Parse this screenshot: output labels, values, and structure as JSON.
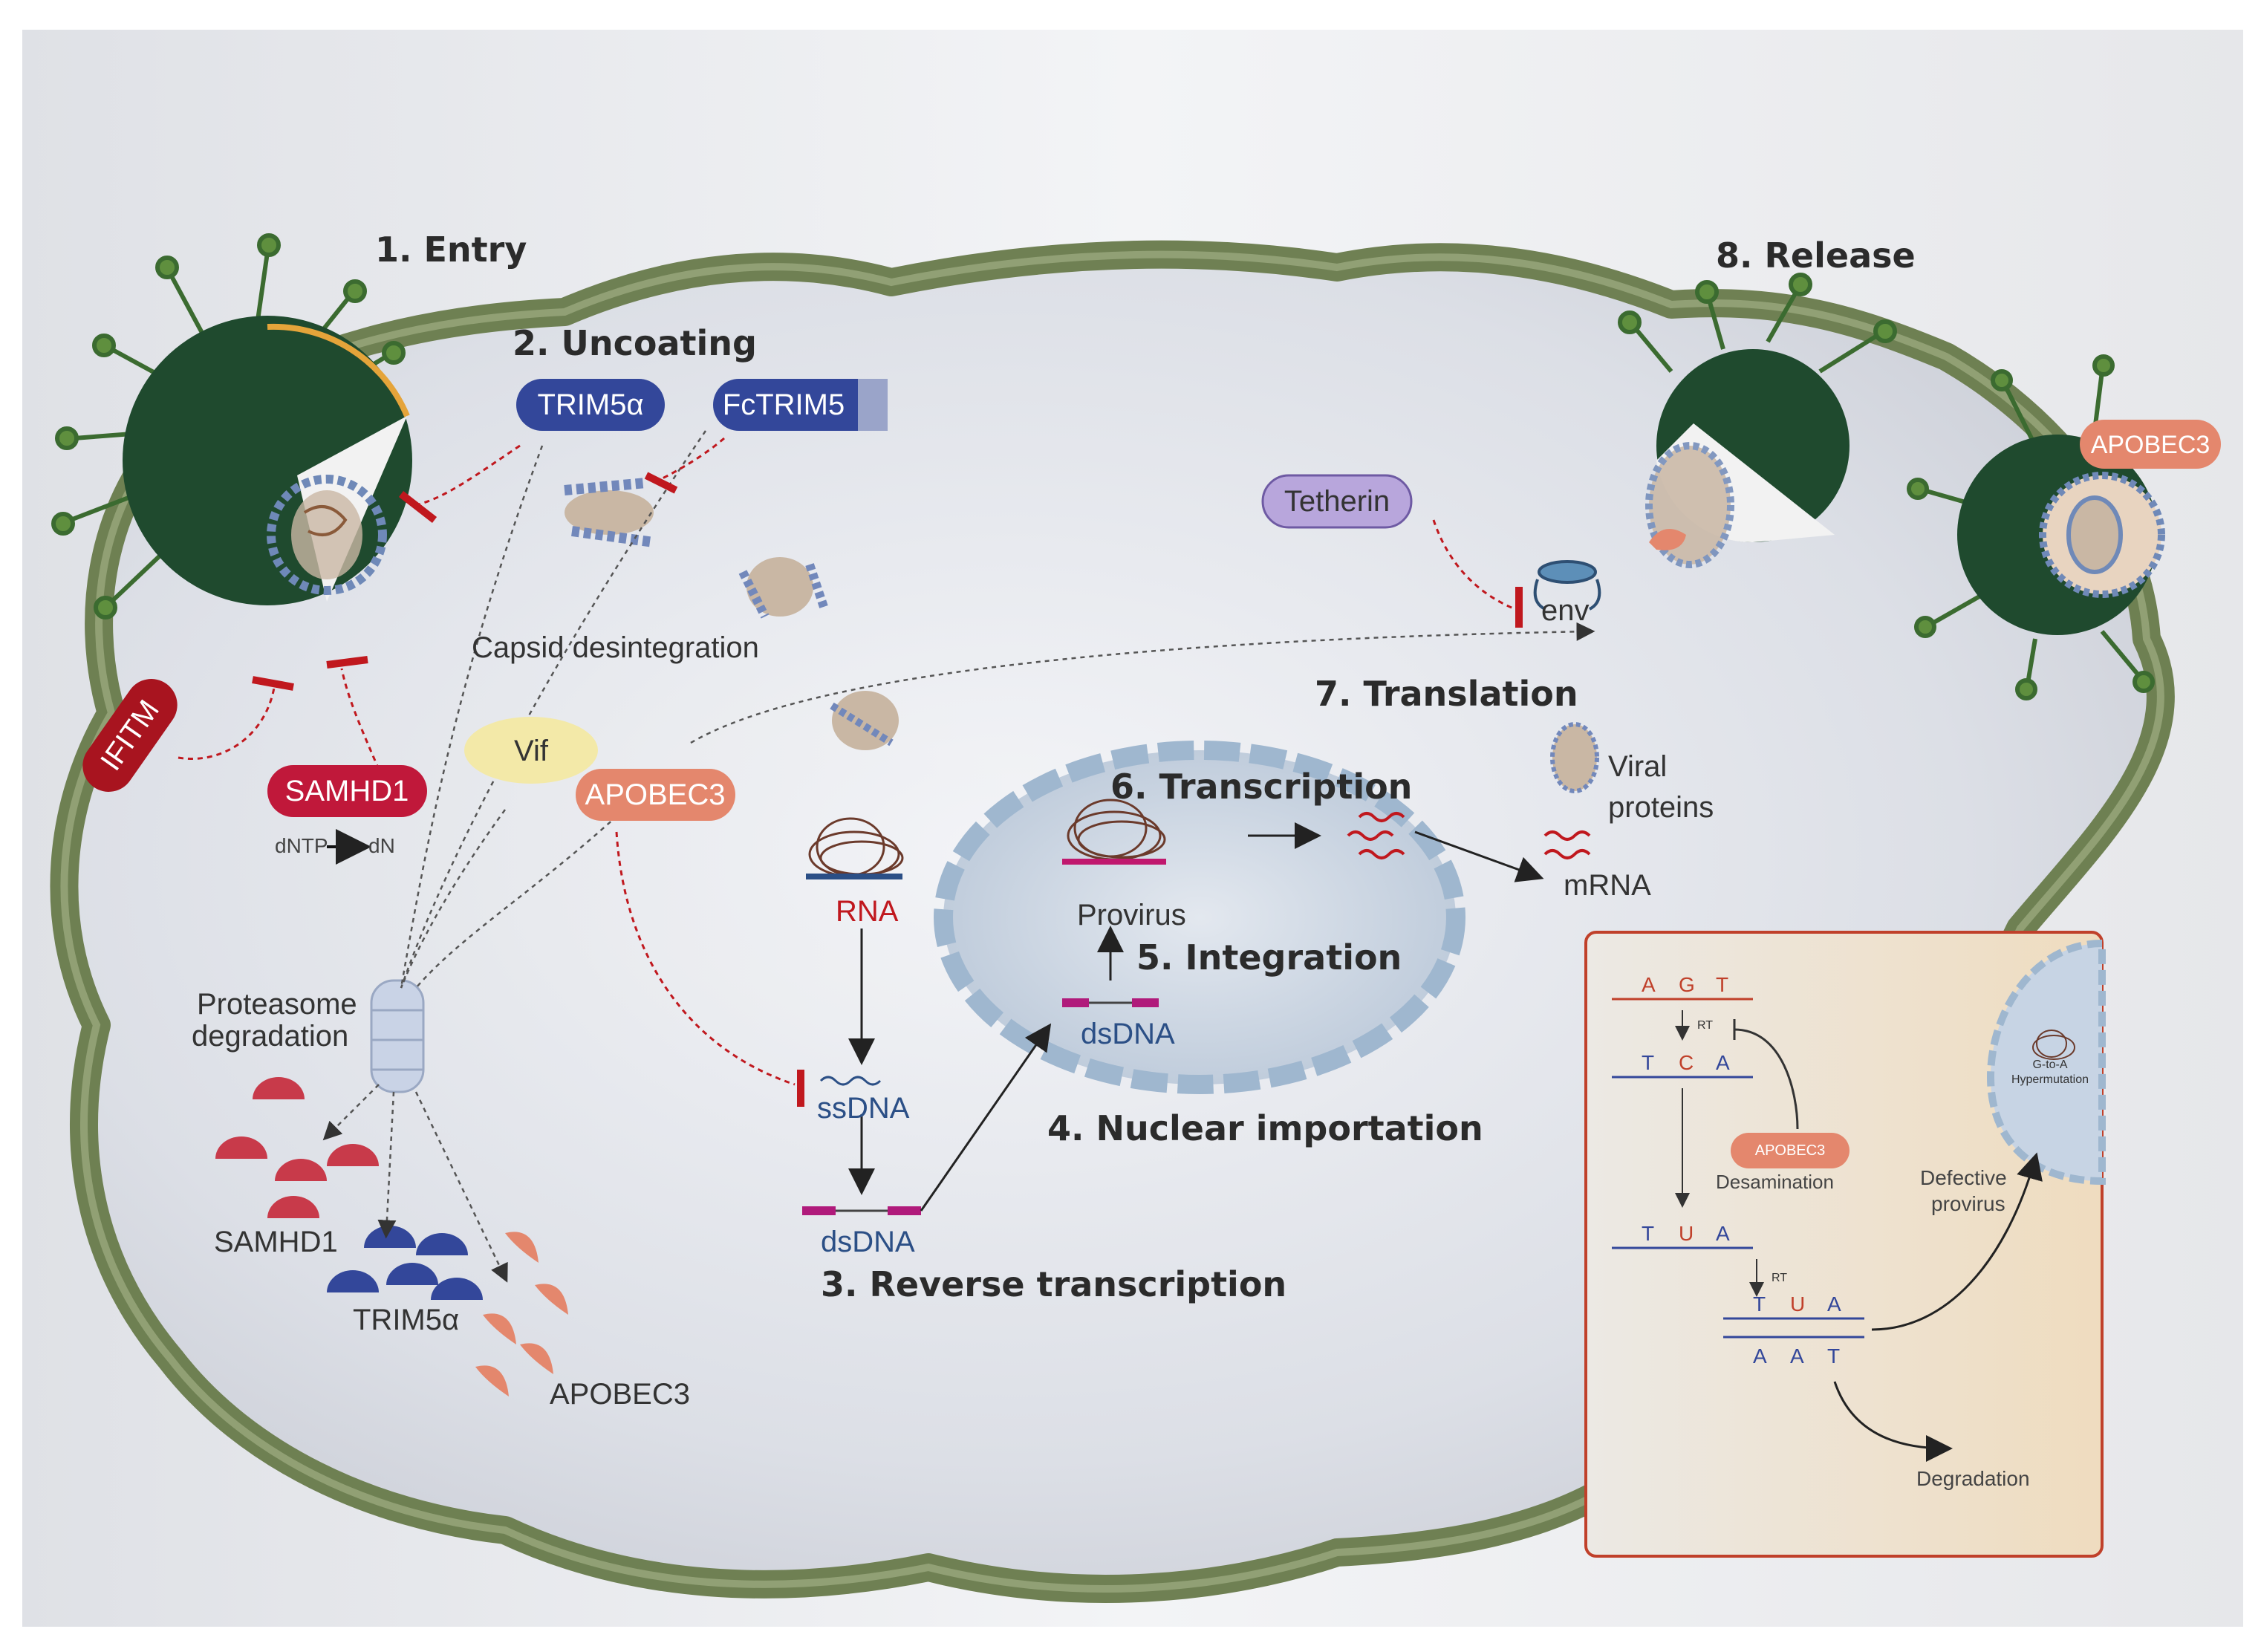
{
  "steps": {
    "entry": "1. Entry",
    "uncoating": "2. Uncoating",
    "reverse_transcription": "3. Reverse transcription",
    "nuclear_importation": "4. Nuclear importation",
    "integration": "5. Integration",
    "transcription": "6. Transcription",
    "translation": "7. Translation",
    "release": "8. Release"
  },
  "factors": {
    "trim5a": "TRIM5α",
    "fctrim5": "FcTRIM5",
    "tetherin": "Tetherin",
    "ifitm": "IFITM",
    "samhd1": "SAMHD1",
    "vif": "Vif",
    "apobec3": "APOBEC3",
    "apobec3_virion": "APOBEC3",
    "apobec3_inset": "APOBEC3"
  },
  "labels": {
    "capsid": "Capsid desintegration",
    "env": "env",
    "dntp": "dNTP",
    "dn": "dN",
    "proteasome_1": "Proteasome",
    "proteasome_2": "degradation",
    "samhd1_deg": "SAMHD1",
    "trim5a_deg": "TRIM5α",
    "apobec3_deg": "APOBEC3",
    "rna": "RNA",
    "ssdna": "ssDNA",
    "dsdna": "dsDNA",
    "dsdna_nuc": "dsDNA",
    "provirus": "Provirus",
    "viral_1": "Viral",
    "viral_2": "proteins",
    "mrna": "mRNA"
  },
  "inset": {
    "row1": [
      "A",
      "G",
      "T"
    ],
    "row2": [
      "T",
      "C",
      "A"
    ],
    "row3": [
      "T",
      "U",
      "A"
    ],
    "row4": [
      "T",
      "U",
      "A"
    ],
    "row5": [
      "A",
      "A",
      "T"
    ],
    "rt1": "RT",
    "rt2": "RT",
    "desamination": "Desamination",
    "defective_1": "Defective",
    "defective_2": "provirus",
    "degradation": "Degradation",
    "hyper_1": "G-to-A",
    "hyper_2": "Hypermutation"
  },
  "colors": {
    "membrane": "#6b7d4e",
    "virion": "#1f4a2e",
    "restriction": "#c0181e",
    "trim": "#33479a",
    "apobec": "#e4876d",
    "samhd1": "#c0183a",
    "tetherin": "#9c87c9",
    "vif": "#f3e9a8",
    "nucleus": "#c7d4e4"
  }
}
